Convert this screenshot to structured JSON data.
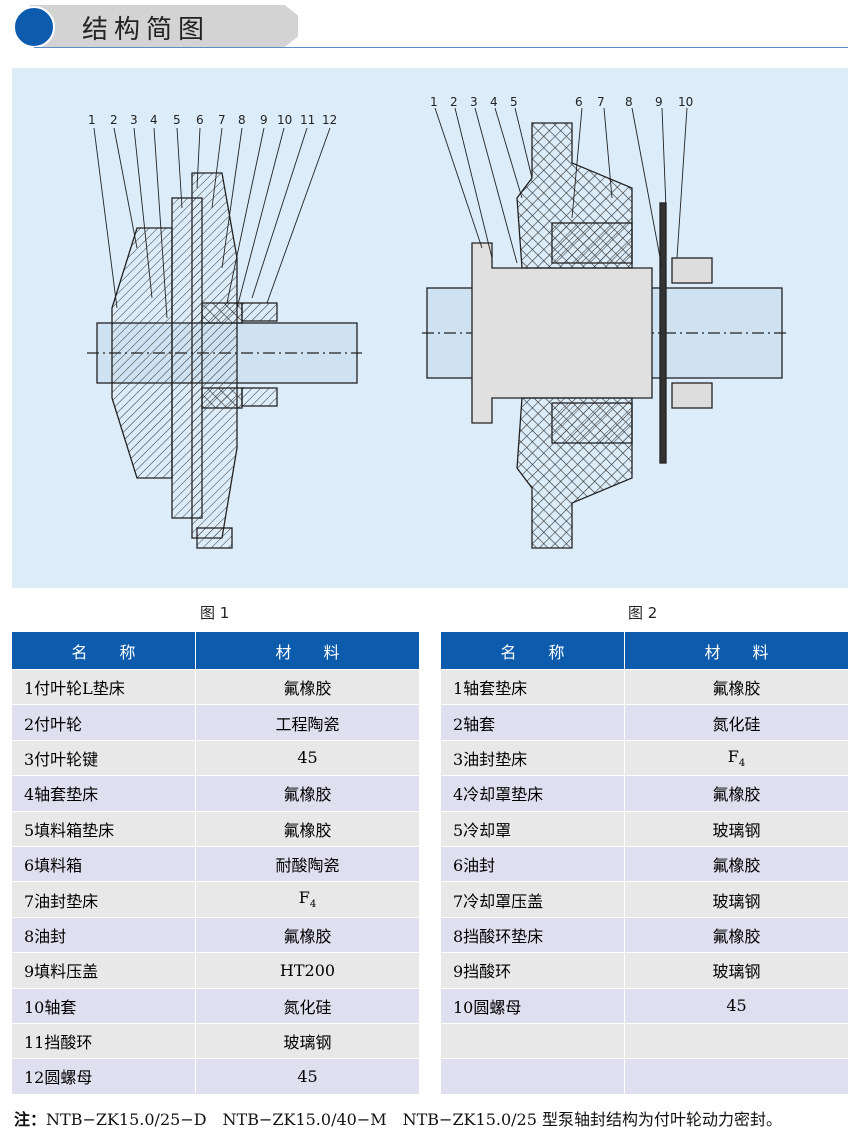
{
  "header": {
    "title": "结构简图",
    "accent": "#0d5bad"
  },
  "figure1": {
    "caption": "图 1",
    "labels": [
      "1",
      "2",
      "3",
      "4",
      "5",
      "6",
      "7",
      "8",
      "9",
      "10",
      "11",
      "12"
    ]
  },
  "figure2": {
    "caption": "图 2",
    "labels": [
      "1",
      "2",
      "3",
      "4",
      "5",
      "6",
      "7",
      "8",
      "9",
      "10"
    ]
  },
  "table1": {
    "headers": [
      "名　　称",
      "材　　料"
    ],
    "rows": [
      [
        "1付叶轮L垫床",
        "氟橡胶"
      ],
      [
        "2付叶轮",
        "工程陶瓷"
      ],
      [
        "3付叶轮键",
        "45"
      ],
      [
        "4轴套垫床",
        "氟橡胶"
      ],
      [
        "5填料箱垫床",
        "氟橡胶"
      ],
      [
        "6填料箱",
        "耐酸陶瓷"
      ],
      [
        "7油封垫床",
        "F4"
      ],
      [
        "8油封",
        "氟橡胶"
      ],
      [
        "9填料压盖",
        "HT200"
      ],
      [
        "10轴套",
        "氮化硅"
      ],
      [
        "11挡酸环",
        "玻璃钢"
      ],
      [
        "12圆螺母",
        "45"
      ]
    ]
  },
  "table2": {
    "headers": [
      "名　　称",
      "材　　料"
    ],
    "rows": [
      [
        "1轴套垫床",
        "氟橡胶"
      ],
      [
        "2轴套",
        "氮化硅"
      ],
      [
        "3油封垫床",
        "F4"
      ],
      [
        "4冷却罩垫床",
        "氟橡胶"
      ],
      [
        "5冷却罩",
        "玻璃钢"
      ],
      [
        "6油封",
        "氟橡胶"
      ],
      [
        "7冷却罩压盖",
        "玻璃钢"
      ],
      [
        "8挡酸环垫床",
        "氟橡胶"
      ],
      [
        "9挡酸环",
        "玻璃钢"
      ],
      [
        "10圆螺母",
        "45"
      ],
      [
        "",
        ""
      ],
      [
        "",
        ""
      ]
    ]
  },
  "note": {
    "prefix": "注：",
    "text": "NTB−ZK15.0/25−D　NTB−ZK15.0/40−M　NTB−ZK15.0/25 型泵轴封结构为付叶轮动力密封。"
  }
}
